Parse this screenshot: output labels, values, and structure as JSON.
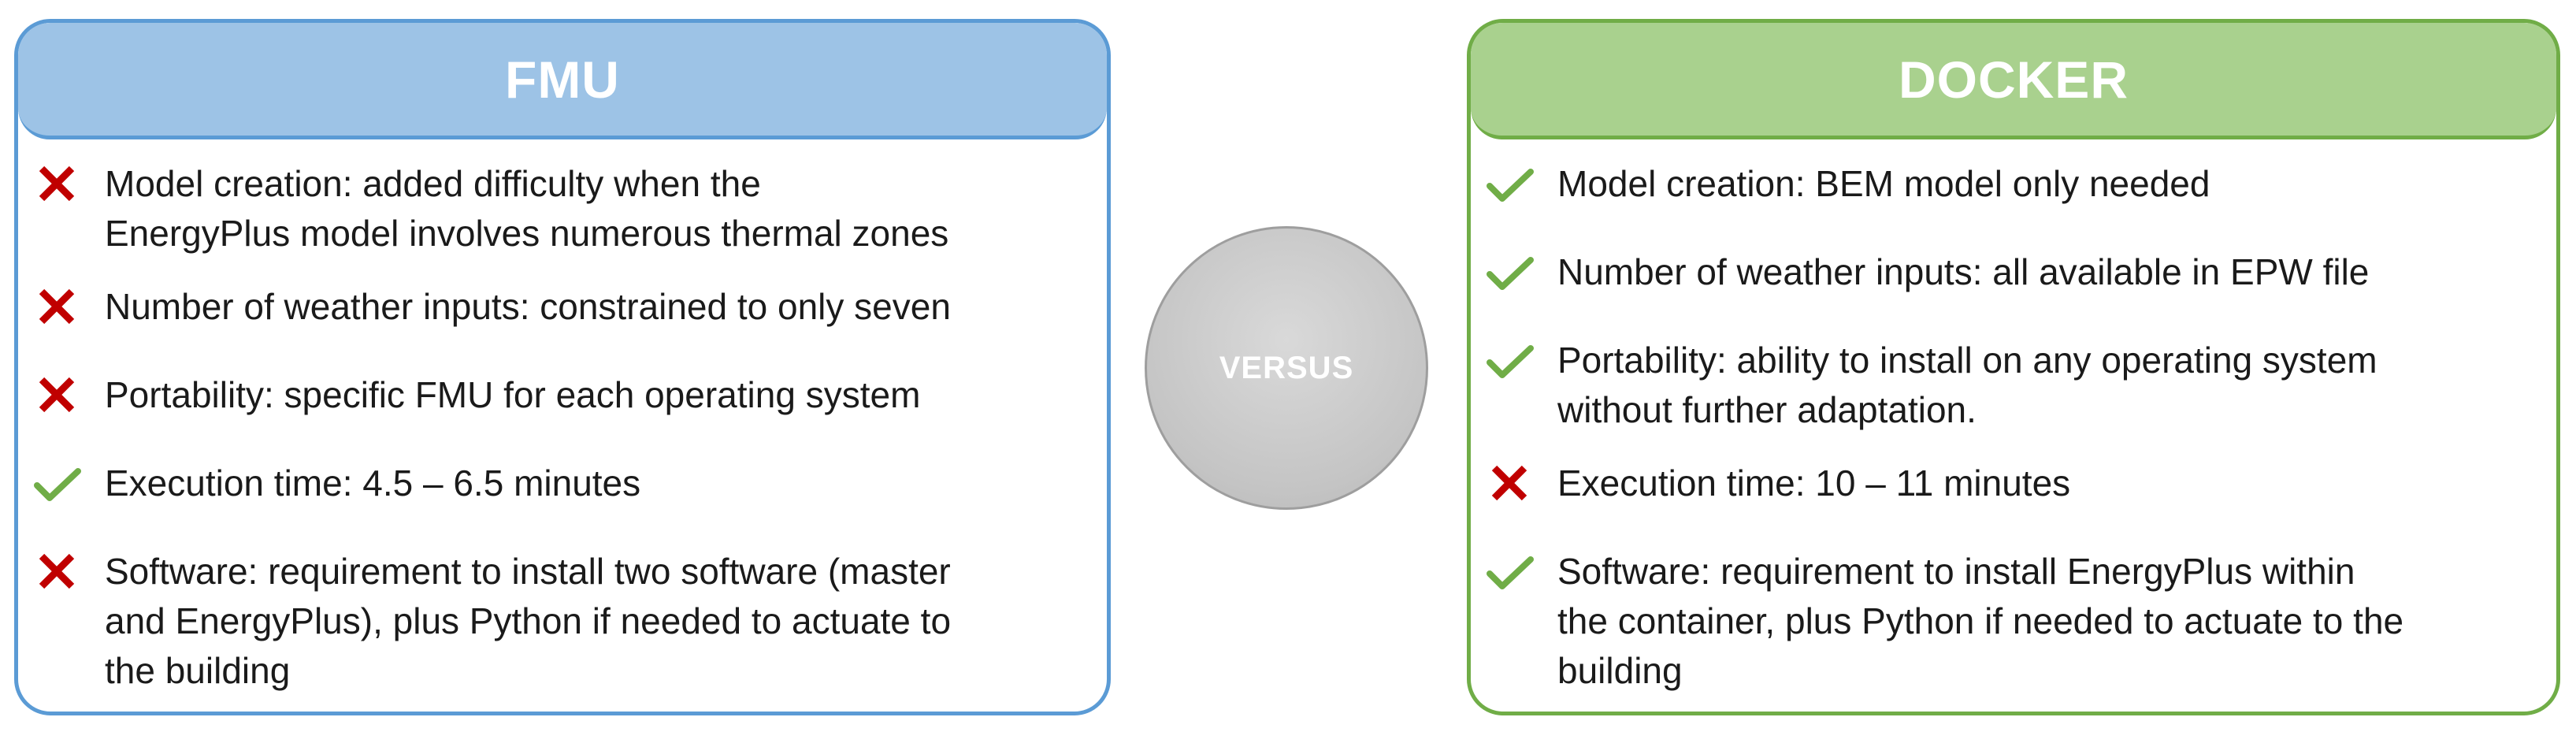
{
  "fmu": {
    "title": "FMU",
    "items": [
      {
        "status": "cross",
        "icon": "cross-icon",
        "lines": [
          "Model creation: added difficulty when the",
          "EnergyPlus model involves numerous thermal zones"
        ]
      },
      {
        "status": "cross",
        "icon": "cross-icon",
        "lines": [
          "Number of weather inputs: constrained to only seven"
        ]
      },
      {
        "status": "cross",
        "icon": "cross-icon",
        "lines": [
          "Portability: specific FMU for each operating system"
        ]
      },
      {
        "status": "check",
        "icon": "check-icon",
        "lines": [
          "Execution time: 4.5 – 6.5 minutes"
        ]
      },
      {
        "status": "cross",
        "icon": "cross-icon",
        "lines": [
          "Software: requirement to install two software (master",
          "and EnergyPlus), plus Python if needed to actuate to",
          "the building"
        ]
      }
    ]
  },
  "versus": {
    "label": "VERSUS"
  },
  "docker": {
    "title": "DOCKER",
    "items": [
      {
        "status": "check",
        "icon": "check-icon",
        "lines": [
          "Model creation: BEM model only needed"
        ]
      },
      {
        "status": "check",
        "icon": "check-icon",
        "lines": [
          "Number of weather inputs: all available in EPW file"
        ]
      },
      {
        "status": "check",
        "icon": "check-icon",
        "lines": [
          "Portability: ability to install on any operating system",
          "without further adaptation."
        ]
      },
      {
        "status": "cross",
        "icon": "cross-icon",
        "lines": [
          "Execution time: 10 – 11 minutes"
        ]
      },
      {
        "status": "check",
        "icon": "check-icon",
        "lines": [
          "Software: requirement to install EnergyPlus within",
          "the container, plus Python if needed to actuate to the",
          "building"
        ]
      }
    ]
  },
  "colors": {
    "fmu_header": "#9dc3e6",
    "fmu_border": "#5b9bd5",
    "docker_header": "#a9d18e",
    "docker_border": "#70ad47",
    "cross": "#c00000",
    "check": "#70ad47"
  }
}
